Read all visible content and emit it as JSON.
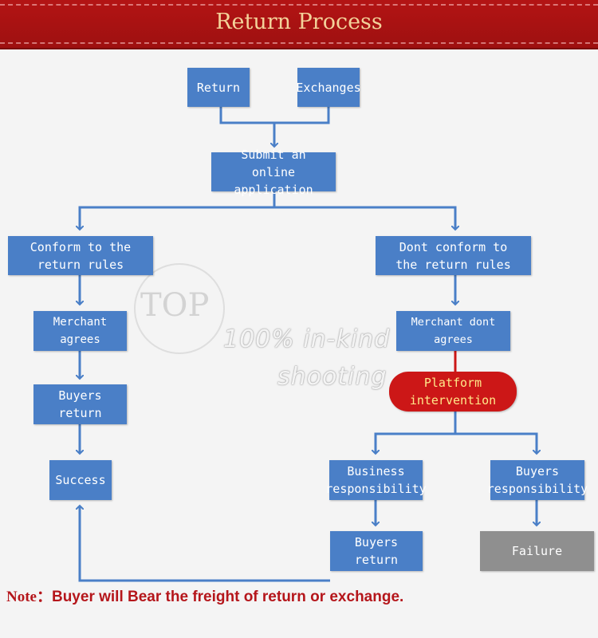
{
  "header": {
    "title": "Return Process"
  },
  "flow": {
    "return": "Return",
    "exchanges": "Exchanges",
    "submit": "Submit an online application",
    "conform": "Conform to the return rules",
    "dont_conform": "Dont conform to the return rules",
    "merchant_agrees": "Merchant agrees",
    "merchant_dont_agrees": "Merchant dont agrees",
    "buyers_return_left": "Buyers return",
    "platform": "Platform intervention",
    "success": "Success",
    "business_resp": "Business responsibility",
    "buyers_resp": "Buyers responsibility",
    "buyers_return_right": "Buyers return",
    "failure": "Failure"
  },
  "watermark": {
    "logo": "TOP",
    "line1": "100% in-kind",
    "line2": "shooting"
  },
  "note": {
    "label": "Note：",
    "text": "Buyer will Bear the freight of return or exchange."
  },
  "colors": {
    "box": "#4a7fc7",
    "connector": "#4a7fc7",
    "platform": "#cc1717",
    "failure": "#8f8f8f",
    "banner": "#b31414",
    "note": "#b5161b"
  }
}
